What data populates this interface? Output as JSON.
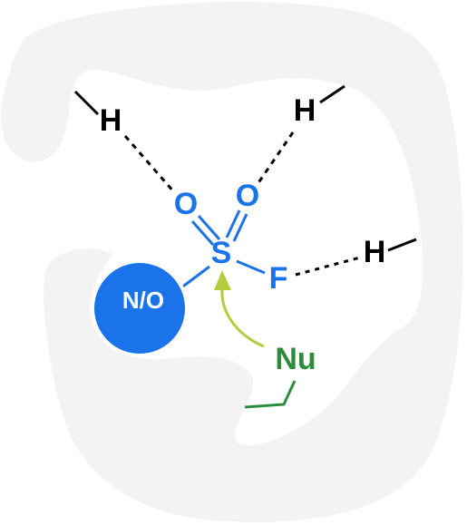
{
  "diagram": {
    "atoms": {
      "hydrogen_left": "H",
      "hydrogen_top_right": "H",
      "hydrogen_right": "H",
      "oxygen_left": "O",
      "oxygen_right": "O",
      "sulfur": "S",
      "fluorine": "F",
      "nucleophile": "Nu"
    },
    "substituent_label": "N/O",
    "colors": {
      "pocket": "#f3f3f3",
      "sulfonyl": "#1a73e8",
      "nucleophile": "#2e8b3e",
      "attack_arrow": "#b5cc3c",
      "hydrogen": "#000000"
    }
  }
}
